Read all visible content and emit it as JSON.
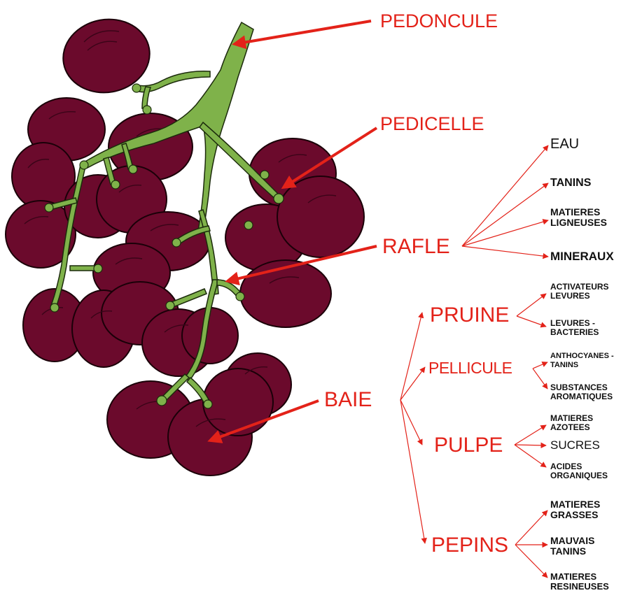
{
  "labels": {
    "pedoncule": "PEDONCULE",
    "pedicelle": "PEDICELLE",
    "rafle": "RAFLE",
    "baie": "BAIE",
    "pruine": "PRUINE",
    "pellicule": "PELLICULE",
    "pulpe": "PULPE",
    "pepins": "PEPINS"
  },
  "rafle_items": {
    "eau": "EAU",
    "tanins": "TANINS",
    "matieres_ligneuses_1": "MATIERES",
    "matieres_ligneuses_2": "LIGNEUSES",
    "mineraux": "MINERAUX"
  },
  "pruine_items": {
    "activateurs_1": "ACTIVATEURS",
    "activateurs_2": "LEVURES",
    "levures_1": "LEVURES -",
    "levures_2": "BACTERIES"
  },
  "pellicule_items": {
    "anthocyanes_1": "ANTHOCYANES -",
    "anthocyanes_2": "TANINS",
    "substances_1": "SUBSTANCES",
    "substances_2": "AROMATIQUES"
  },
  "pulpe_items": {
    "azotees_1": "MATIERES",
    "azotees_2": "AZOTEES",
    "sucres": "SUCRES",
    "acides_1": "ACIDES",
    "acides_2": "ORGANIQUES"
  },
  "pepins_items": {
    "grasses_1": "MATIERES",
    "grasses_2": "GRASSES",
    "mauvais_1": "MAUVAIS",
    "mauvais_2": "TANINS",
    "resineuses_1": "MATIERES",
    "resineuses_2": "RESINEUSES"
  },
  "colors": {
    "grape": "#6b0a2c",
    "grape_shade": "#4a0520",
    "stem": "#7fb24a",
    "label_red": "#e32219",
    "label_black": "#111111"
  }
}
